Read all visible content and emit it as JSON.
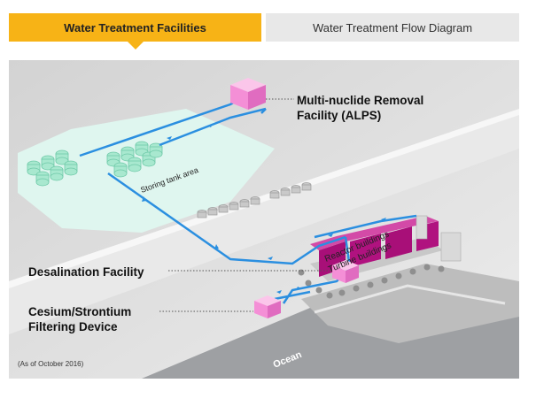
{
  "tabs": [
    {
      "label": "Water Treatment Facilities",
      "active": true
    },
    {
      "label": "Water Treatment Flow Diagram",
      "active": false
    }
  ],
  "labels": {
    "alps_line1": "Multi-nuclide Removal",
    "alps_line2": "Facility (ALPS)",
    "desalination": "Desalination Facility",
    "cesium_line1": "Cesium/Strontium",
    "cesium_line2": "Filtering Device",
    "storing_tank_area": "Storing tank area",
    "reactor_buildings": "Reactor buildings",
    "turbine_buildings": "Turbine buildings",
    "ocean": "Ocean",
    "note": "(As of October 2016)"
  },
  "colors": {
    "accent": "#f7b316",
    "pipe": "#2b8fe0",
    "facility": "#f48fd6",
    "building": "#b0127f",
    "tank_area": "#dff6ef",
    "tank": "#a8e8cf"
  }
}
